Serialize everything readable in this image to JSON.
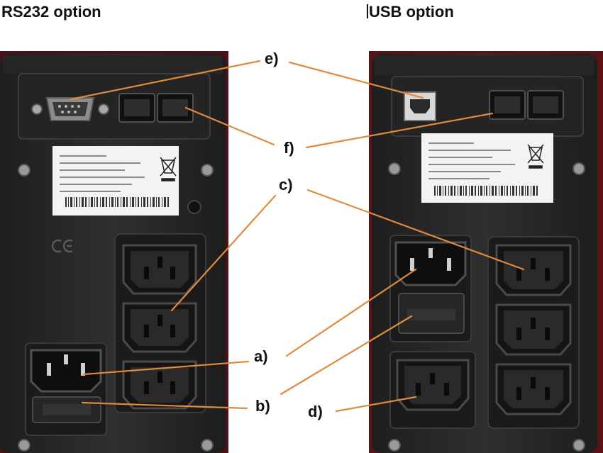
{
  "headings": {
    "left": "RS232 option",
    "right": "USB option"
  },
  "callouts": {
    "a": "a)",
    "b": "b)",
    "c": "c)",
    "d": "d)",
    "e": "e)",
    "f": "f)"
  },
  "colors": {
    "leader_line": "#e08a3c",
    "panel_body": "#2b2b2b",
    "panel_frame": "#3a3a3a",
    "background_red": "#5a1418",
    "label_sticker": "#f4f4f4",
    "heading_text": "#111111"
  },
  "icons": [
    "serial-port-icon",
    "usb-b-port-icon",
    "rj45-port-icon",
    "iec-c14-inlet-icon",
    "iec-c13-outlet-icon",
    "fuse-holder-icon",
    "screw-icon",
    "weee-bin-icon",
    "barcode-icon",
    "ce-mark-icon"
  ]
}
